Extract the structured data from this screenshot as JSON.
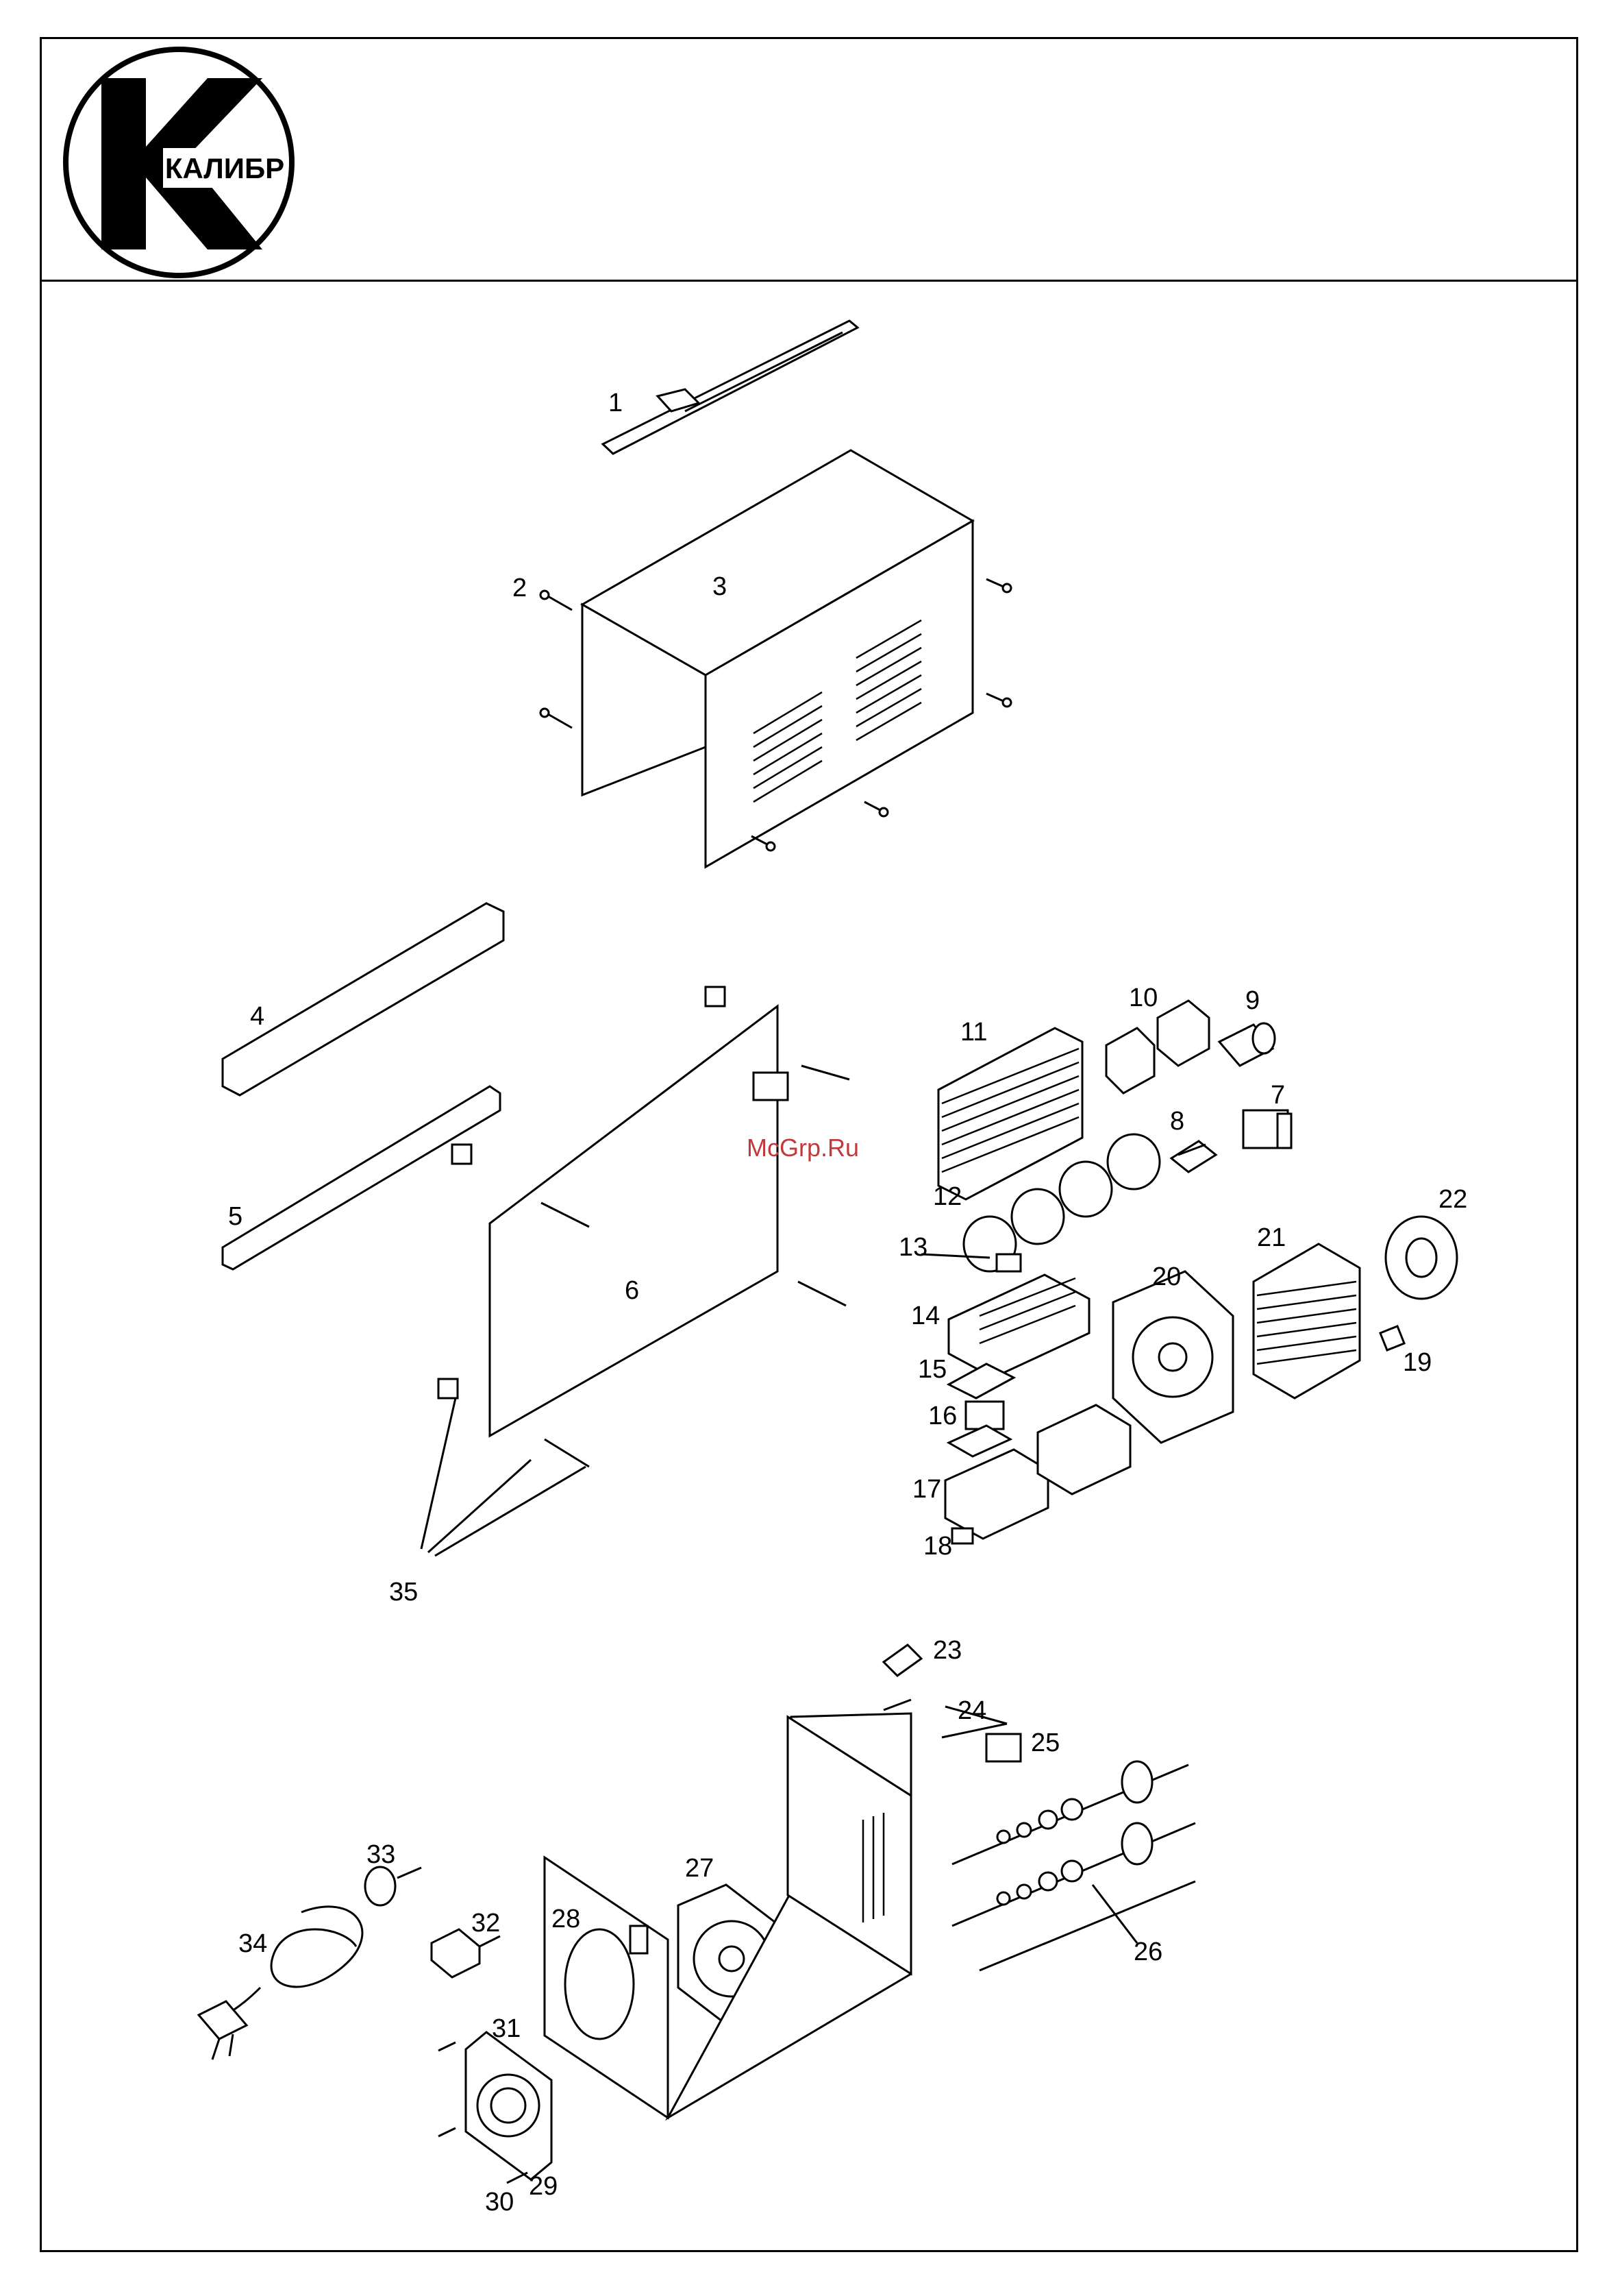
{
  "logo": {
    "brand_text": "КАЛИБР",
    "icon": "kalibr-logo-icon"
  },
  "watermark": "McGrp.Ru",
  "parts": [
    {
      "id": "1",
      "label": "1"
    },
    {
      "id": "2",
      "label": "2"
    },
    {
      "id": "3",
      "label": "3"
    },
    {
      "id": "4",
      "label": "4"
    },
    {
      "id": "5",
      "label": "5"
    },
    {
      "id": "6",
      "label": "6"
    },
    {
      "id": "7",
      "label": "7"
    },
    {
      "id": "8",
      "label": "8"
    },
    {
      "id": "9",
      "label": "9"
    },
    {
      "id": "10",
      "label": "10"
    },
    {
      "id": "11",
      "label": "11"
    },
    {
      "id": "12",
      "label": "12"
    },
    {
      "id": "13",
      "label": "13"
    },
    {
      "id": "14",
      "label": "14"
    },
    {
      "id": "15",
      "label": "15"
    },
    {
      "id": "16",
      "label": "16"
    },
    {
      "id": "17",
      "label": "17"
    },
    {
      "id": "18",
      "label": "18"
    },
    {
      "id": "19",
      "label": "19"
    },
    {
      "id": "20",
      "label": "20"
    },
    {
      "id": "21",
      "label": "21"
    },
    {
      "id": "22",
      "label": "22"
    },
    {
      "id": "23",
      "label": "23"
    },
    {
      "id": "24",
      "label": "24"
    },
    {
      "id": "25",
      "label": "25"
    },
    {
      "id": "26",
      "label": "26"
    },
    {
      "id": "27",
      "label": "27"
    },
    {
      "id": "28",
      "label": "28"
    },
    {
      "id": "29",
      "label": "29"
    },
    {
      "id": "30",
      "label": "30"
    },
    {
      "id": "31",
      "label": "31"
    },
    {
      "id": "32",
      "label": "32"
    },
    {
      "id": "33",
      "label": "33"
    },
    {
      "id": "34",
      "label": "34"
    },
    {
      "id": "35",
      "label": "35"
    }
  ]
}
